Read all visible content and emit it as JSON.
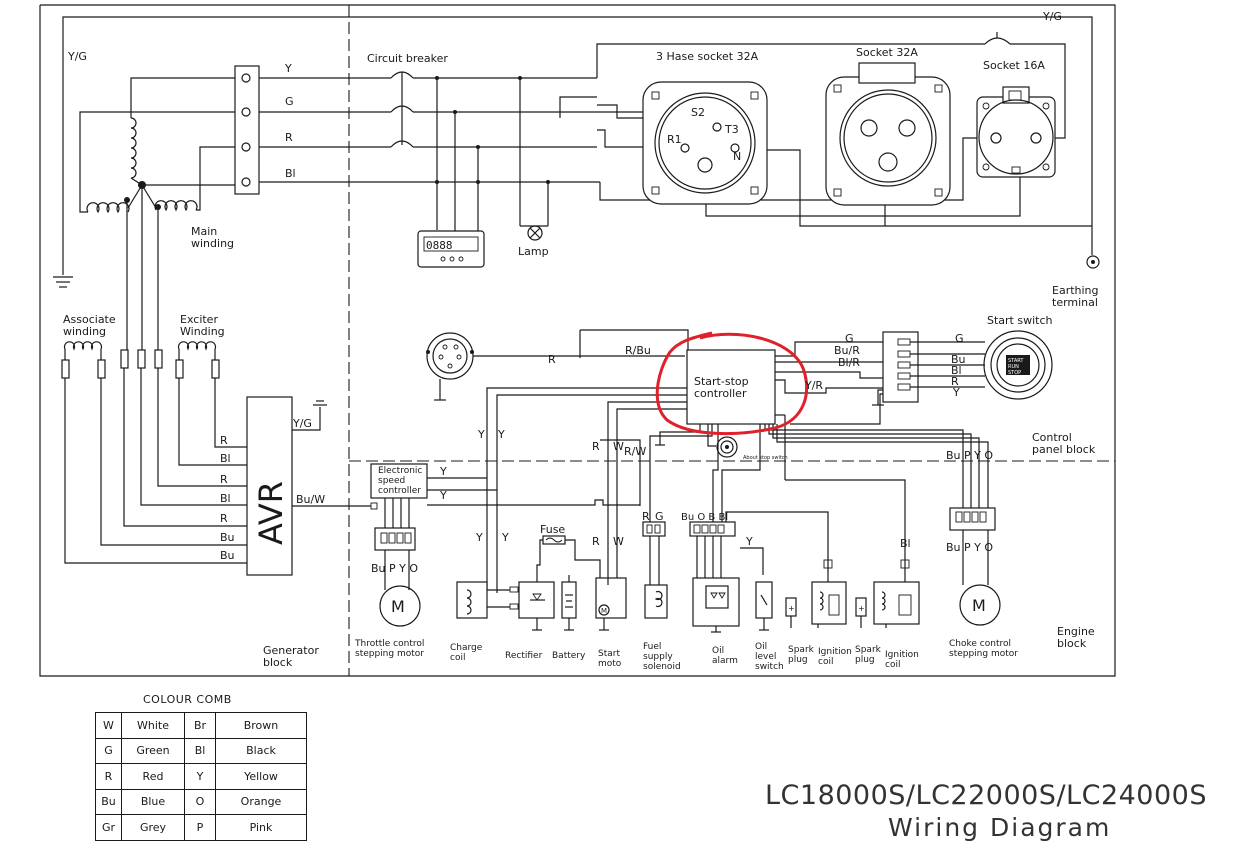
{
  "labels": {
    "yg_top_right": "Y/G",
    "yg_left": "Y/G",
    "y": "Y",
    "g": "G",
    "r": "R",
    "bl": "Bl",
    "main_winding": "Main\nwinding",
    "circuit_breaker": "Circuit breaker",
    "lamp": "Lamp",
    "three_phase_socket": "3 Hase socket 32A",
    "socket_32a": "Socket 32A",
    "socket_16a": "Socket 16A",
    "s2": "S2",
    "t3": "T3",
    "r1": "R1",
    "n": "N",
    "earthing_terminal": "Earthing\nterminal",
    "start_switch": "Start switch",
    "associate_winding": "Associate\nwinding",
    "exciter_winding": "Exciter\nWinding",
    "avr": "AVR",
    "yg_avr": "Y/G",
    "bu_w": "Bu/W",
    "bu": "Bu",
    "r_bu": "R/Bu",
    "start_stop_controller": "Start-stop\ncontroller",
    "bu_r": "Bu/R",
    "bl_r": "Bl/R",
    "y_r": "Y/R",
    "control_panel_block": "Control\npanel block",
    "electronic_speed_controller": "Electronic\nspeed\ncontroller",
    "w": "W",
    "r_w": "R/W",
    "about_stop_switch": "About stop switch",
    "fuse": "Fuse",
    "bu_o_b_bl": "Bu O B Bl",
    "bu_p_y_o": "Bu P Y O",
    "throttle_motor": "Throttle control\nstepping motor",
    "charge_coil": "Charge\ncoil",
    "rectifier": "Rectifier",
    "battery": "Battery",
    "start_motor": "Start\nmoto",
    "fuel_solenoid": "Fuel\nsupply\nsolenoid",
    "oil_alarm": "Oil\nalarm",
    "oil_level_switch": "Oil\nlevel\nswitch",
    "spark_plug": "Spark\nplug",
    "ignition_coil": "Ignition\ncoil",
    "choke_motor": "Choke control\nstepping motor",
    "generator_block": "Generator\nblock",
    "engine_block": "Engine\nblock",
    "m": "M"
  },
  "colour_table": {
    "title": "COLOUR COMB",
    "rows": [
      {
        "code": "W",
        "name": "White",
        "code2": "Br",
        "name2": "Brown"
      },
      {
        "code": "G",
        "name": "Green",
        "code2": "Bl",
        "name2": "Black"
      },
      {
        "code": "R",
        "name": "Red",
        "code2": "Y",
        "name2": "Yellow"
      },
      {
        "code": "Bu",
        "name": "Blue",
        "code2": "O",
        "name2": "Orange"
      },
      {
        "code": "Gr",
        "name": "Grey",
        "code2": "P",
        "name2": "Pink"
      }
    ]
  },
  "title": {
    "models": "LC18000S/LC22000S/LC24000S",
    "subtitle": "Wiring Diagram"
  },
  "highlight_color": "#e0202a"
}
